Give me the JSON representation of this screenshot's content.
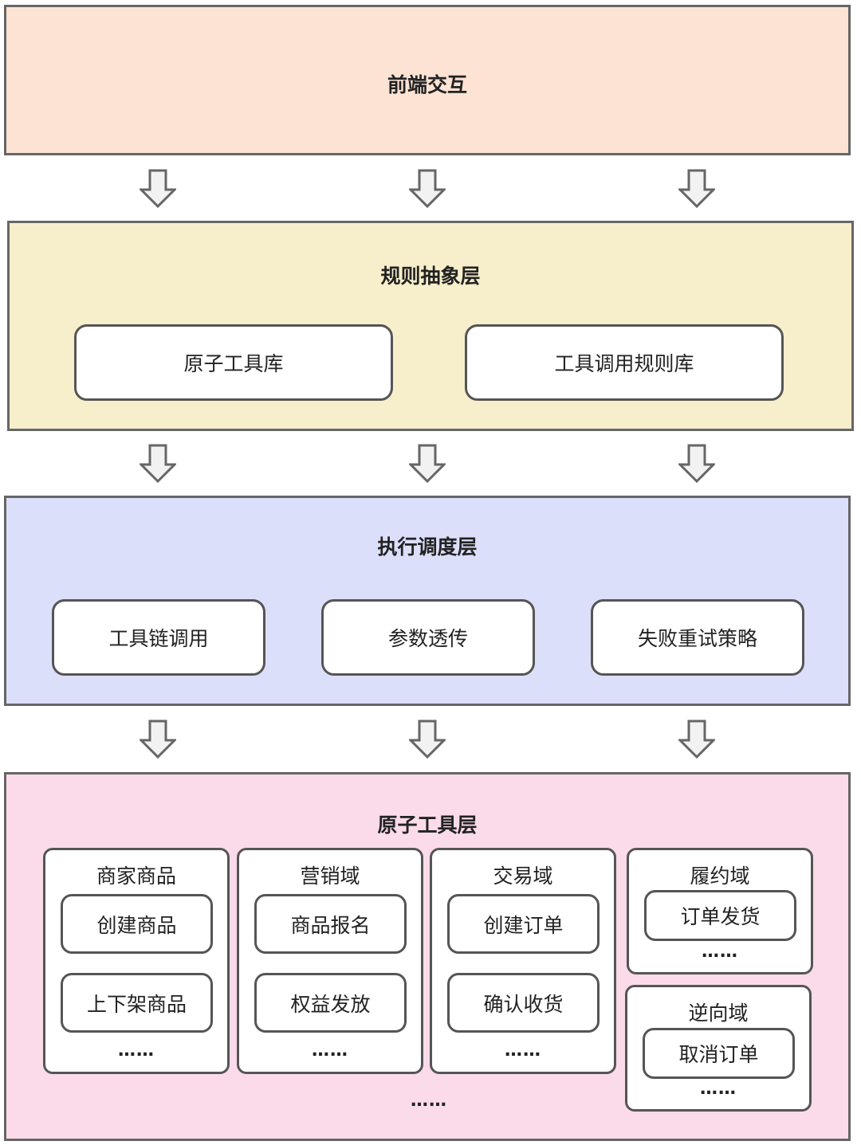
{
  "colors": {
    "frontend_bg": "#fce3d4",
    "rule_bg": "#f7eecb",
    "exec_bg": "#dcdffa",
    "atomic_bg": "#fbdbea",
    "border": "#666666",
    "arrow_fill": "#f2f2f2"
  },
  "frontend": {
    "title": "前端交互"
  },
  "rule_layer": {
    "title": "规则抽象层",
    "boxes": [
      "原子工具库",
      "工具调用规则库"
    ]
  },
  "exec_layer": {
    "title": "执行调度层",
    "boxes": [
      "工具链调用",
      "参数透传",
      "失败重试策略"
    ]
  },
  "atomic_layer": {
    "title": "原子工具层",
    "domains": [
      {
        "title": "商家商品",
        "items": [
          "创建商品",
          "上下架商品"
        ],
        "more": "……"
      },
      {
        "title": "营销域",
        "items": [
          "商品报名",
          "权益发放"
        ],
        "more": "……"
      },
      {
        "title": "交易域",
        "items": [
          "创建订单",
          "确认收货"
        ],
        "more": "……"
      },
      {
        "title": "履约域",
        "items": [
          "订单发货"
        ],
        "more": "……"
      },
      {
        "title": "逆向域",
        "items": [
          "取消订单"
        ],
        "more": "……"
      }
    ],
    "more": "……"
  },
  "arrow_icon": "down-arrow-icon"
}
